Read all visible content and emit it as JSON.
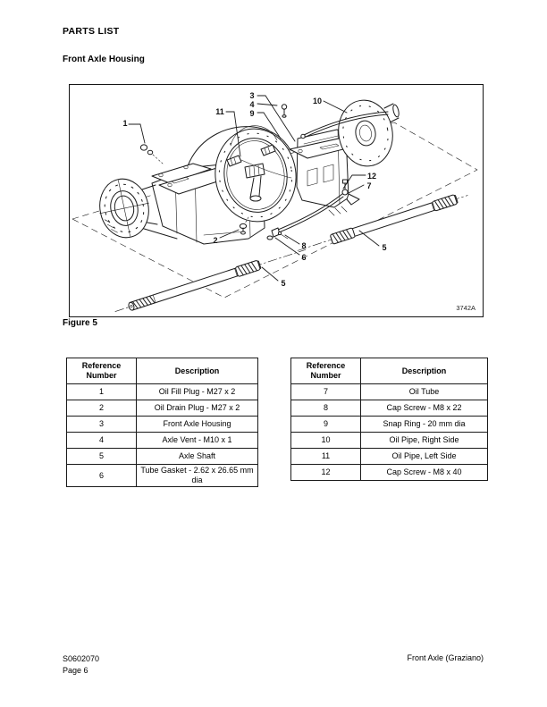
{
  "colors": {
    "ink": "#000000",
    "paper": "#ffffff"
  },
  "page": {
    "header_title": "PARTS LIST",
    "section_title": "Front Axle Housing",
    "footer": {
      "doc_number": "S0602070",
      "page_label": "Page 6",
      "right_text": "Front Axle (Graziano)"
    }
  },
  "figure": {
    "caption": "Figure 5",
    "drawing_number": "3742A",
    "callouts": {
      "c1": "1",
      "c2": "2",
      "c3": "3",
      "c4": "4",
      "c5a": "5",
      "c5b": "5",
      "c6": "6",
      "c7": "7",
      "c8": "8",
      "c9": "9",
      "c10": "10",
      "c11": "11",
      "c12": "12"
    }
  },
  "tables": [
    {
      "headers": {
        "ref": "Reference Number",
        "desc": "Description"
      },
      "rows": [
        {
          "ref": "1",
          "desc": "Oil Fill Plug - M27 x 2"
        },
        {
          "ref": "2",
          "desc": "Oil Drain Plug - M27 x 2"
        },
        {
          "ref": "3",
          "desc": "Front Axle Housing"
        },
        {
          "ref": "4",
          "desc": "Axle Vent - M10 x 1"
        },
        {
          "ref": "5",
          "desc": "Axle Shaft"
        },
        {
          "ref": "6",
          "desc": "Tube Gasket - 2.62 x 26.65 mm dia"
        }
      ]
    },
    {
      "headers": {
        "ref": "Reference Number",
        "desc": "Description"
      },
      "rows": [
        {
          "ref": "7",
          "desc": "Oil Tube"
        },
        {
          "ref": "8",
          "desc": "Cap Screw - M8 x 22"
        },
        {
          "ref": "9",
          "desc": "Snap Ring - 20 mm dia"
        },
        {
          "ref": "10",
          "desc": "Oil Pipe, Right Side"
        },
        {
          "ref": "11",
          "desc": "Oil Pipe, Left Side"
        },
        {
          "ref": "12",
          "desc": "Cap Screw - M8 x 40"
        }
      ]
    }
  ]
}
